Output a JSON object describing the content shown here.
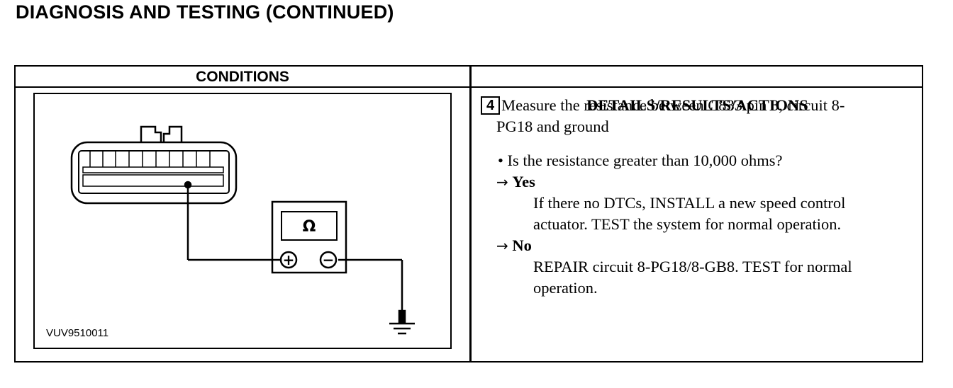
{
  "page": {
    "title": "DIAGNOSIS AND TESTING (CONTINUED)"
  },
  "table": {
    "col_conditions": "CONDITIONS",
    "col_details": "DETAILS/RESULTS/ACTIONS"
  },
  "figure": {
    "code": "VUV9510011",
    "meter_symbol": "Ω",
    "plus_symbol": "+",
    "minus_symbol": "−",
    "icons": [
      "connector",
      "ohmmeter",
      "ground-symbol"
    ]
  },
  "step": {
    "number": "4",
    "text_line1": "Measure the resistance between C833 pin 3, circuit 8-",
    "text_line2": "PG18 and ground",
    "question": "• Is the resistance greater than 10,000 ohms?",
    "arrow": "→",
    "yes_label": "Yes",
    "yes_action_line1": "If there no DTCs, INSTALL a new speed control",
    "yes_action_line2": "actuator. TEST the system for normal operation.",
    "no_label": "No",
    "no_action_line1": "REPAIR circuit 8-PG18/8-GB8. TEST for normal",
    "no_action_line2": "operation."
  }
}
